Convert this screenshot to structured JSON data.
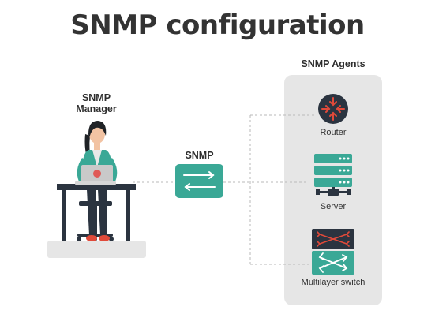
{
  "title": "SNMP configuration",
  "manager_label_line1": "SNMP",
  "manager_label_line2": "Manager",
  "protocol_label": "SNMP",
  "agents_title": "SNMP Agents",
  "agents": [
    {
      "label": "Router",
      "icon": "router-icon"
    },
    {
      "label": "Server",
      "icon": "server-icon"
    },
    {
      "label": "Multilayer switch",
      "icon": "multilayer-switch-icon"
    }
  ],
  "colors": {
    "teal": "#3aa896",
    "dark": "#2b3440",
    "panel": "#e6e6e6",
    "router_red": "#e04a3a",
    "laptop_red": "#e05a57",
    "title_text": "#333333"
  }
}
